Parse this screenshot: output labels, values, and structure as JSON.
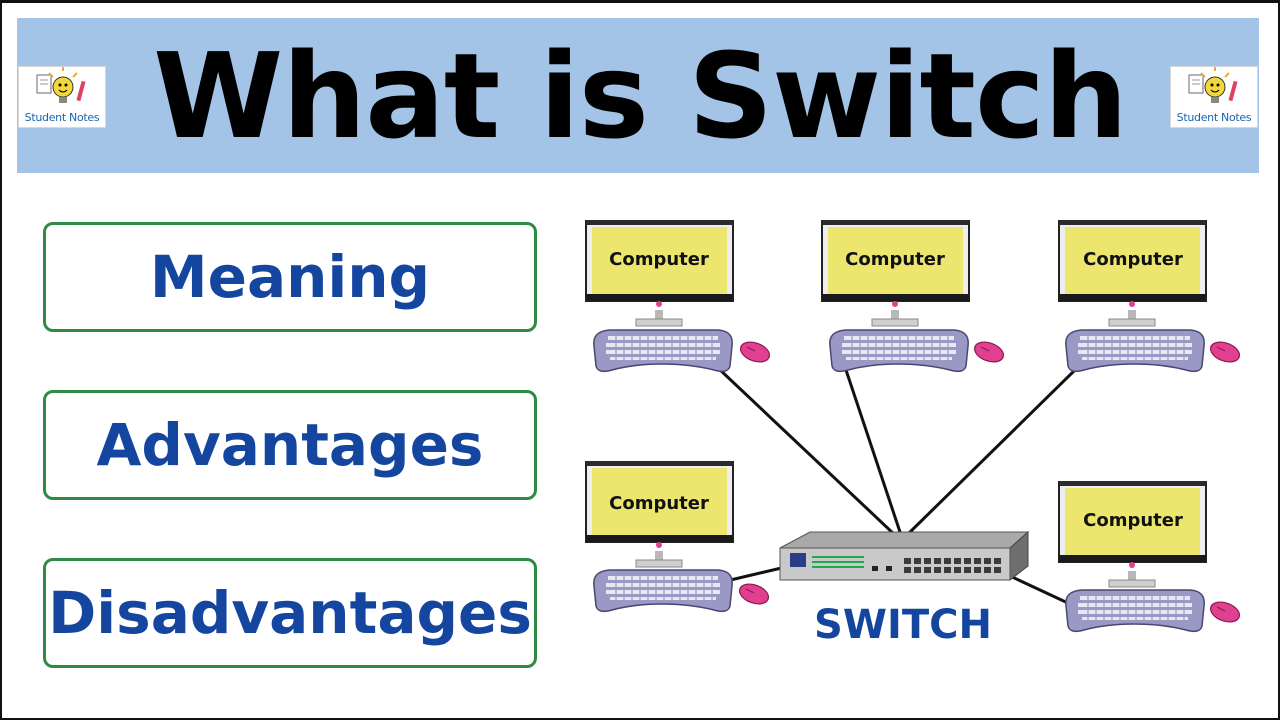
{
  "header": {
    "title": "What is Switch",
    "logo_text": "Student Notes"
  },
  "topics": [
    "Meaning",
    "Advantages",
    "Disadvantages"
  ],
  "diagram": {
    "computer_label": "Computer",
    "switch_label": "SWITCH"
  },
  "colors": {
    "banner": "#a3c4e6",
    "title": "#000000",
    "topic_border": "#2e8b45",
    "topic_text": "#1446a0",
    "screen": "#ece66f",
    "keyboard": "#9a98c4",
    "mouse": "#e0408f",
    "switch_label": "#1446a0"
  }
}
